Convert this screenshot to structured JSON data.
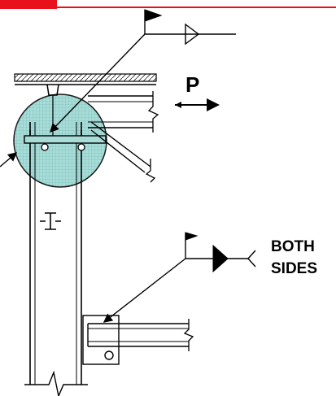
{
  "labels": {
    "load": "P",
    "weld_note_line1": "BOTH",
    "weld_note_line2": "SIDES"
  },
  "colors": {
    "accent_bar": "#e8101a",
    "highlight_fill": "#a8dcd8",
    "highlight_stroke": "#1a1a1a",
    "line": "#000000",
    "background": "#ffffff"
  },
  "icons": [
    "field-weld-flag-icon",
    "fillet-weld-symbol-icon",
    "double-arrow-icon",
    "column-cross-section-icon",
    "break-line-icon"
  ]
}
